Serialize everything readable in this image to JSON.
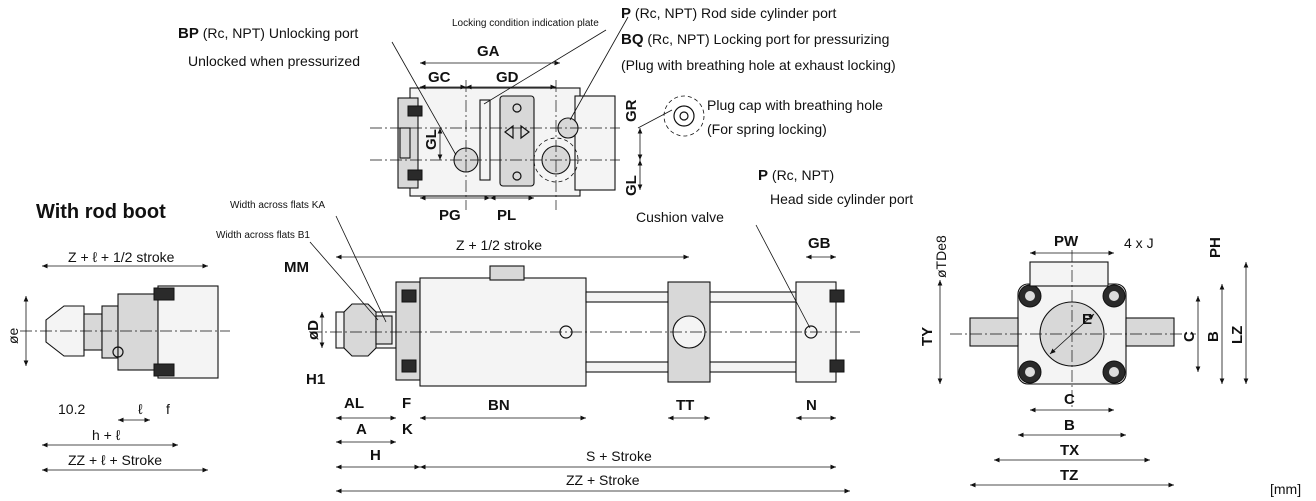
{
  "heading": "With rod boot",
  "unit": "[mm]",
  "labels": {
    "bp_code": "BP",
    "bp_text": " (Rc, NPT) Unlocking port",
    "unlocked": "Unlocked when pressurized",
    "locking_plate": "Locking condition indication plate",
    "p_code": "P",
    "p_rod_text": " (Rc, NPT) Rod side cylinder port",
    "bq_code": "BQ",
    "bq_text": " (Rc, NPT) Locking port for pressurizing",
    "plug_breathing": "(Plug with breathing hole at exhaust locking)",
    "plug_cap": "Plug cap with breathing hole",
    "spring_locking": "(For spring locking)",
    "p_head_code": "P",
    "p_head_text": " (Rc, NPT)",
    "head_port": "Head side cylinder port",
    "cushion": "Cushion valve",
    "waf_ka": "Width across flats KA",
    "waf_b1": "Width across flats B1"
  },
  "dims": {
    "GA": "GA",
    "GC": "GC",
    "GD": "GD",
    "GR": "GR",
    "GL_top": "GL",
    "GL_bot": "GL",
    "PG": "PG",
    "PL": "PL",
    "z_boot": "Z + ℓ + 1/2 stroke",
    "oe": "øe",
    "d10": "10.2",
    "l": "ℓ",
    "f": "f",
    "hl": "h + ℓ",
    "zz_boot": "ZZ + ℓ + Stroke",
    "MM": "MM",
    "oD": "øD",
    "H1": "H1",
    "AL": "AL",
    "A": "A",
    "K": "K",
    "F": "F",
    "H": "H",
    "z_half": "Z + 1/2 stroke",
    "BN": "BN",
    "TT": "TT",
    "N": "N",
    "GB": "GB",
    "s_stroke": "S + Stroke",
    "zz_stroke": "ZZ + Stroke",
    "PW": "PW",
    "4xJ": "4 x J",
    "PH": "PH",
    "TD": "øTDe8",
    "TY": "TY",
    "C_v": "C",
    "B_v": "B",
    "LZ": "LZ",
    "E": "E",
    "C_h": "C",
    "B_h": "B",
    "TX": "TX",
    "TZ": "TZ"
  }
}
